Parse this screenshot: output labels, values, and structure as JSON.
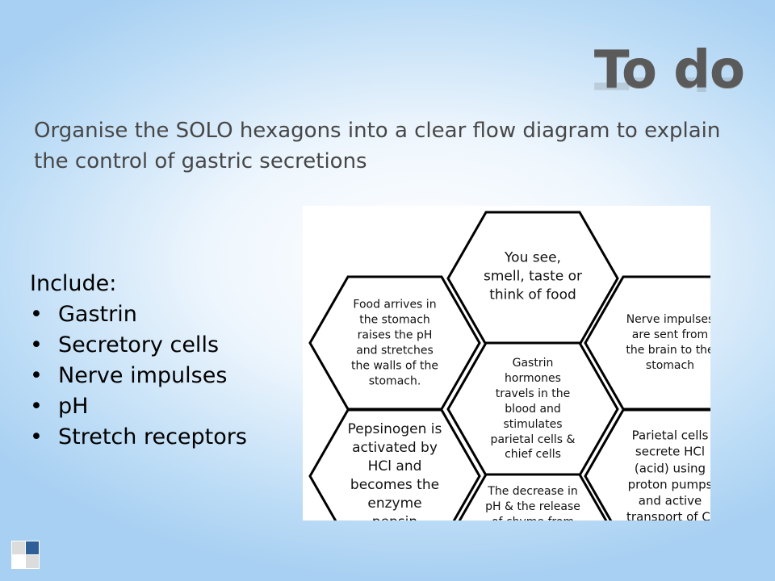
{
  "title": "To do",
  "subtitle": "Organise the SOLO hexagons into a clear flow diagram to explain the control of gastric secretions",
  "include": {
    "heading": "Include:",
    "items": [
      "Gastrin",
      "Secretory cells",
      "Nerve impulses",
      "pH",
      "Stretch receptors"
    ]
  },
  "hexagons": [
    {
      "lines": [
        "You see,",
        "smell, taste or",
        "think of food"
      ]
    },
    {
      "lines": [
        "Food arrives in",
        "the stomach",
        "raises the pH",
        "and stretches",
        "the walls of the",
        "stomach."
      ]
    },
    {
      "lines": [
        "Gastrin",
        "hormones",
        "travels in the",
        "blood and",
        "stimulates",
        "parietal cells &",
        "chief cells"
      ]
    },
    {
      "lines": [
        "Nerve impulses",
        "are sent from",
        "the brain to the",
        "stomach"
      ]
    },
    {
      "lines": [
        "Pepsinogen is",
        "activated by",
        "HCl and",
        "becomes the",
        "enzyme",
        "pepsin"
      ]
    },
    {
      "lines": [
        "The decrease in",
        "pH & the release",
        "of chyme from"
      ]
    },
    {
      "lines": [
        "Parietal cells",
        "secrete HCl",
        "(acid) using",
        "proton pumps",
        "and active",
        "transport of Cl"
      ]
    }
  ],
  "colors": {
    "logo_dark": "#2e5f96",
    "logo_light": "#dcdcdc"
  }
}
